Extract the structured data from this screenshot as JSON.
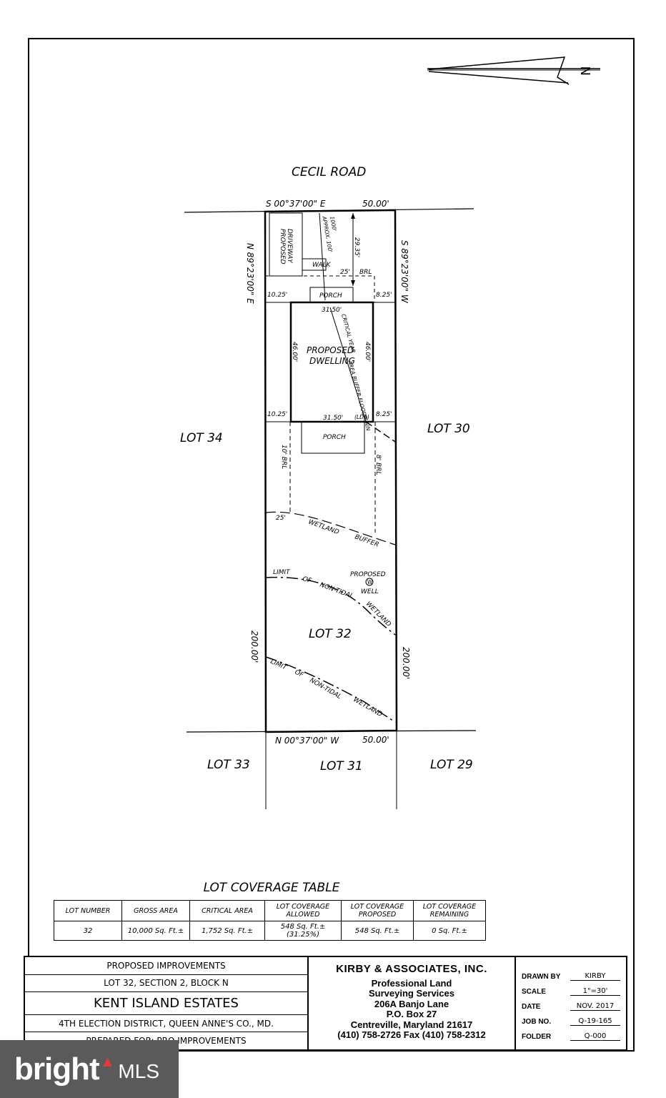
{
  "street": "CECIL ROAD",
  "bearings": {
    "top": "S 00°37'00\" E",
    "top_dist": "50.00'",
    "bottom": "N 00°37'00\" W",
    "bottom_dist": "50.00'",
    "left": "N 89°23'00\" E",
    "right": "S 89°23'00\" W",
    "left_dist": "200.00'",
    "right_dist": "200.00'"
  },
  "lots": {
    "lot34": "LOT 34",
    "lot30": "LOT 30",
    "lot32": "LOT 32",
    "lot33": "LOT 33",
    "lot31": "LOT 31",
    "lot29": "LOT 29"
  },
  "features": {
    "driveway_line1": "PROPOSED",
    "driveway_line2": "DRIVEWAY",
    "walk": "WALK",
    "porch_front": "PORCH",
    "porch_rear": "PORCH",
    "dwelling_line1": "PROPOSED",
    "dwelling_line2": "DWELLING",
    "brl_25": "25'",
    "brl_label": "BRL",
    "dim_1025_top": "10.25'",
    "dim_825_top": "8.25'",
    "dim_3150_top": "31.50'",
    "dim_1025_bot": "10.25'",
    "dim_825_bot": "8.25'",
    "dim_3150_bot": "31.50'",
    "dim_46_left": "46.00'",
    "dim_46_right": "46.00'",
    "dim_2935": "29.35'",
    "approx_100": "APPROX. 100'",
    "year_1000": "1000'",
    "critical_year": "CRITICAL YEAR",
    "area_buffer": "AREA BUFFER FLOODPLAIN",
    "lda": "(LDA)",
    "brl_10": "10' BRL",
    "brl_8": "8' BRL",
    "wetland_25": "25'",
    "wetland": "WETLAND",
    "buffer": "BUFFER",
    "limit1": "LIMIT",
    "of1": "OF",
    "nontidal1": "NON-TIDAL",
    "wetland1": "WETLAND",
    "limit2": "LIMIT",
    "of2": "OF",
    "nontidal2": "NON-TIDAL",
    "wetland2": "WETLAND",
    "well_line1": "PROPOSED",
    "well_symbol": "W",
    "well_line2": "WELL"
  },
  "north_letter": "N",
  "coverage": {
    "title": "LOT COVERAGE TABLE",
    "headers": [
      [
        "LOT NUMBER",
        ""
      ],
      [
        "GROSS AREA",
        ""
      ],
      [
        "CRITICAL AREA",
        ""
      ],
      [
        "LOT COVERAGE",
        "ALLOWED"
      ],
      [
        "LOT COVERAGE",
        "PROPOSED"
      ],
      [
        "LOT COVERAGE",
        "REMAINING"
      ]
    ],
    "row": [
      "32",
      "10,000 Sq. Ft.±",
      "1,752 Sq. Ft.±",
      "548 Sq. Ft.±",
      "548 Sq. Ft.±",
      "0 Sq. Ft.±"
    ],
    "allowed_pct": "(31.25%)"
  },
  "title_block": {
    "line1": "PROPOSED IMPROVEMENTS",
    "line2": "LOT 32, SECTION 2, BLOCK N",
    "line3": "KENT ISLAND ESTATES",
    "line4": "4TH ELECTION DISTRICT, QUEEN ANNE'S CO., MD.",
    "line5": "PREPARED FOR: PRO IMPROVEMENTS",
    "firm": "KIRBY & ASSOCIATES, INC.",
    "firm_line1": "Professional Land",
    "firm_line2": "Surveying Services",
    "firm_addr1": "206A Banjo Lane",
    "firm_addr2": "P.O. Box 27",
    "firm_addr3": "Centreville, Maryland 21617",
    "firm_phone": "(410) 758-2726  Fax (410) 758-2312",
    "fields": [
      {
        "key": "DRAWN BY",
        "value": "KIRBY"
      },
      {
        "key": "SCALE",
        "value": "1\"=30'"
      },
      {
        "key": "DATE",
        "value": "NOV. 2017"
      },
      {
        "key": "JOB NO.",
        "value": "Q-19-165"
      },
      {
        "key": "FOLDER",
        "value": "Q-000"
      }
    ]
  },
  "watermark": {
    "brand": "bright",
    "suffix": "MLS"
  }
}
